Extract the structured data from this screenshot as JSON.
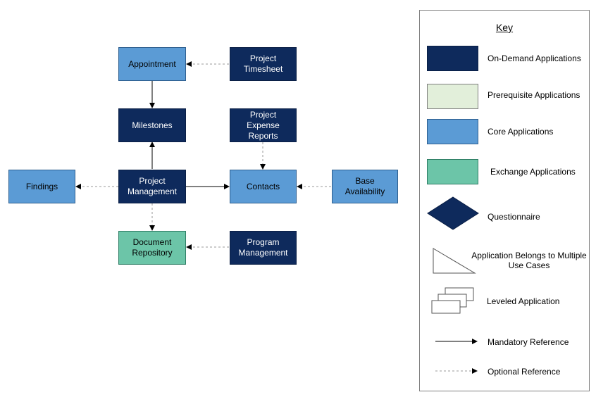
{
  "diagram": {
    "nodes": {
      "appointment": {
        "label": "Appointment"
      },
      "project_timesheet": {
        "label": "Project\nTimesheet"
      },
      "milestones": {
        "label": "Milestones"
      },
      "project_expense_reports": {
        "label": "Project\nExpense\nReports"
      },
      "findings": {
        "label": "Findings"
      },
      "project_management": {
        "label": "Project\nManagement"
      },
      "contacts": {
        "label": "Contacts"
      },
      "base_availability": {
        "label": "Base\nAvailability"
      },
      "document_repository": {
        "label": "Document\nRepository"
      },
      "program_management": {
        "label": "Program\nManagement"
      }
    },
    "edges": [
      {
        "from": "project_timesheet",
        "to": "appointment",
        "type": "optional"
      },
      {
        "from": "appointment",
        "to": "milestones",
        "type": "mandatory"
      },
      {
        "from": "project_management",
        "to": "milestones",
        "type": "mandatory"
      },
      {
        "from": "project_management",
        "to": "findings",
        "type": "optional"
      },
      {
        "from": "project_management",
        "to": "contacts",
        "type": "mandatory"
      },
      {
        "from": "project_expense_reports",
        "to": "contacts",
        "type": "optional"
      },
      {
        "from": "base_availability",
        "to": "contacts",
        "type": "optional"
      },
      {
        "from": "project_management",
        "to": "document_repository",
        "type": "optional"
      },
      {
        "from": "program_management",
        "to": "document_repository",
        "type": "optional"
      }
    ]
  },
  "key": {
    "title": "Key",
    "items": [
      {
        "label": "On-Demand Applications",
        "color": "#0e2a5c"
      },
      {
        "label": "Prerequisite Applications",
        "color": "#e2efda"
      },
      {
        "label": "Core Applications",
        "color": "#5b9bd5"
      },
      {
        "label": "Exchange Applications",
        "color": "#6cc5a8"
      },
      {
        "label": "Questionnaire",
        "color": "#0e2a5c"
      },
      {
        "label": "Application Belongs to Multiple\nUse Cases"
      },
      {
        "label": "Leveled Application"
      },
      {
        "label": "Mandatory Reference"
      },
      {
        "label": "Optional Reference"
      }
    ]
  }
}
